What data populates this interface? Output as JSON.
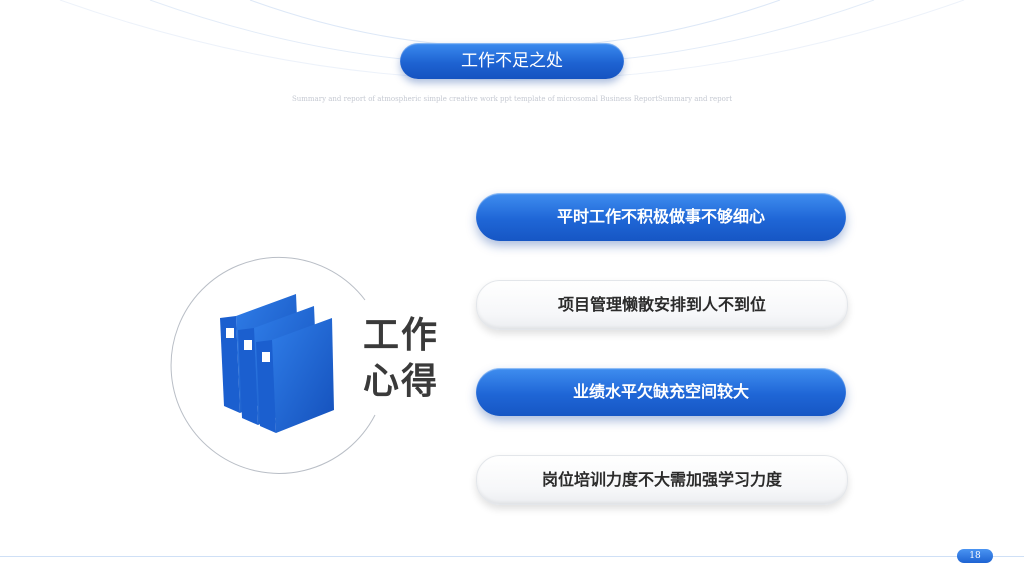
{
  "header": {
    "title": "工作不足之处",
    "subtitle": "Summary and report of atmospheric simple creative work ppt template of microsomal Business ReportSummary and report"
  },
  "section": {
    "title": "工作心得",
    "icon": "books-icon"
  },
  "items": [
    {
      "label": "平时工作不积极做事不够细心",
      "style": "blue"
    },
    {
      "label": "项目管理懒散安排到人不到位",
      "style": "white"
    },
    {
      "label": "业绩水平欠缺充空间较大",
      "style": "blue"
    },
    {
      "label": "岗位培训力度不大需加强学习力度",
      "style": "white"
    }
  ],
  "footer": {
    "page_number": "18"
  },
  "colors": {
    "accent": "#1f66d6",
    "accent_light": "#3f8ef0",
    "text_dark": "#2b2b2b",
    "line": "#cfe0f6"
  }
}
